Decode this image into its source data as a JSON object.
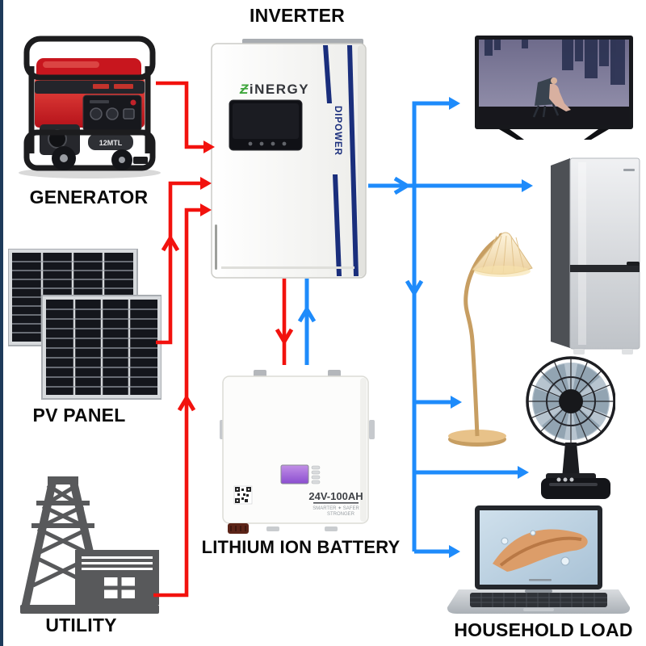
{
  "diagram": {
    "title": "INVERTER",
    "labels": {
      "generator": "GENERATOR",
      "pv_panel": "PV PANEL",
      "utility": "UTILITY",
      "battery": "LITHIUM ION BATTERY",
      "household_load": "HOUSEHOLD LOAD"
    }
  },
  "inverter": {
    "brand_glyph": "Ƶ",
    "brand_rest": "iNERGY",
    "side_label": "DIPOWER"
  },
  "battery": {
    "model": "24V-100AH",
    "tagline_line1": "SMARTER ✦ SAFER",
    "tagline_line2": "STRONGER"
  },
  "generator": {
    "badge": "12MTL"
  },
  "household_devices": [
    "tv-icon",
    "refrigerator-icon",
    "floor-lamp-icon",
    "desk-fan-icon",
    "laptop-icon"
  ],
  "flows": [
    {
      "from": "Generator",
      "to": "Inverter",
      "color": "red"
    },
    {
      "from": "PV Panel",
      "to": "Inverter",
      "color": "red"
    },
    {
      "from": "Utility",
      "to": "Inverter",
      "color": "red"
    },
    {
      "from": "Inverter",
      "to": "Lithium Ion Battery",
      "color": "red"
    },
    {
      "from": "Lithium Ion Battery",
      "to": "Inverter",
      "color": "blue"
    },
    {
      "from": "Inverter",
      "to": "TV",
      "color": "blue"
    },
    {
      "from": "Inverter",
      "to": "Refrigerator",
      "color": "blue"
    },
    {
      "from": "Inverter",
      "to": "Floor lamp",
      "color": "blue"
    },
    {
      "from": "Inverter",
      "to": "Desk fan",
      "color": "blue"
    },
    {
      "from": "Inverter",
      "to": "Laptop",
      "color": "blue"
    }
  ],
  "colors": {
    "input_flow_red": "#f2120e",
    "output_flow_blue": "#1e8bfb",
    "edge_bar_navy": "#1d3a5a",
    "brand_green": "#3fa63c",
    "brand_navy": "#1a2e7c"
  }
}
